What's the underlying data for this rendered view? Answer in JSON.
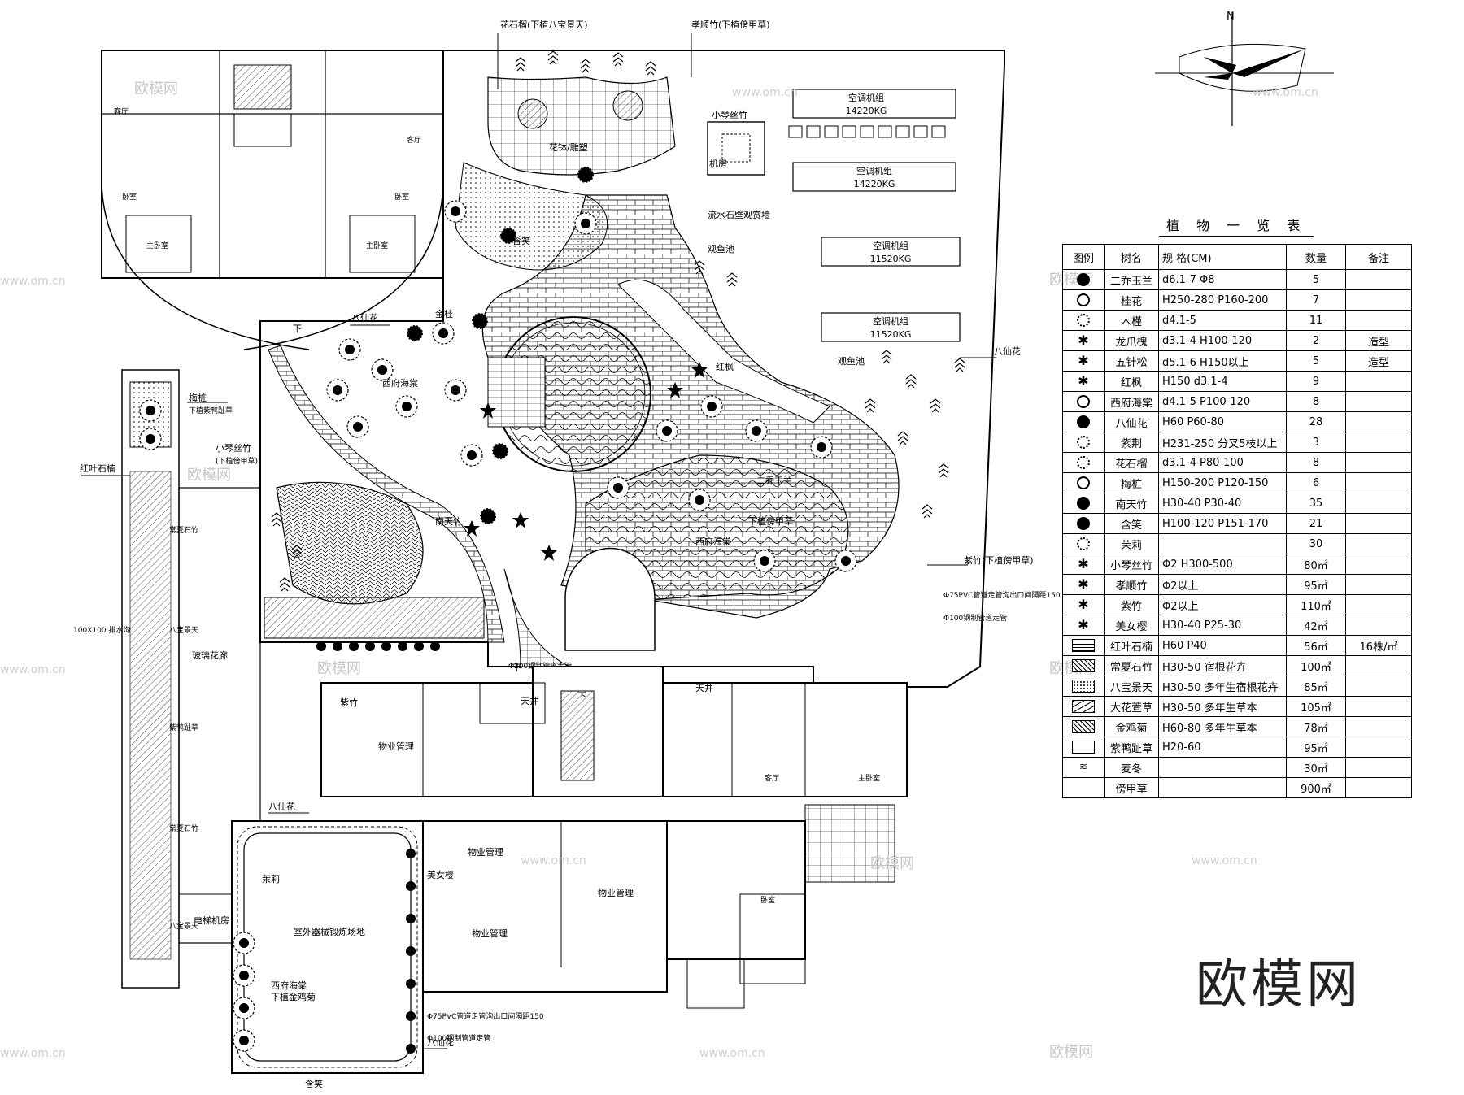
{
  "north_label": "N",
  "brand": "欧模网",
  "watermark_text": "欧模网",
  "watermark_url": "www.om.cn",
  "plant_table": {
    "title": "植 物 一 览 表",
    "headers": [
      "图例",
      "树名",
      "规 格(CM)",
      "数量",
      "备注"
    ],
    "rows": [
      {
        "symbol": "circle-fill",
        "name": "二乔玉兰",
        "spec": "d6.1-7   Φ8",
        "qty": "5",
        "note": ""
      },
      {
        "symbol": "circle",
        "name": "桂花",
        "spec": "H250-280 P160-200",
        "qty": "7",
        "note": ""
      },
      {
        "symbol": "flower",
        "name": "木槿",
        "spec": "d4.1-5",
        "qty": "11",
        "note": ""
      },
      {
        "symbol": "star",
        "name": "龙爪槐",
        "spec": "d3.1-4   H100-120",
        "qty": "2",
        "note": "造型"
      },
      {
        "symbol": "star",
        "name": "五针松",
        "spec": "d5.1-6   H150以上",
        "qty": "5",
        "note": "造型"
      },
      {
        "symbol": "star",
        "name": "红枫",
        "spec": "H150   d3.1-4",
        "qty": "9",
        "note": ""
      },
      {
        "symbol": "circle",
        "name": "西府海棠",
        "spec": "d4.1-5   P100-120",
        "qty": "8",
        "note": ""
      },
      {
        "symbol": "circle-fill",
        "name": "八仙花",
        "spec": "H60   P60-80",
        "qty": "28",
        "note": ""
      },
      {
        "symbol": "flower",
        "name": "紫荆",
        "spec": "H231-250 分叉5枝以上",
        "qty": "3",
        "note": ""
      },
      {
        "symbol": "flower",
        "name": "花石榴",
        "spec": "d3.1-4    P80-100",
        "qty": "8",
        "note": ""
      },
      {
        "symbol": "circle",
        "name": "梅桩",
        "spec": "H150-200 P120-150",
        "qty": "6",
        "note": ""
      },
      {
        "symbol": "circle-fill",
        "name": "南天竹",
        "spec": "H30-40   P30-40",
        "qty": "35",
        "note": ""
      },
      {
        "symbol": "circle-fill",
        "name": "含笑",
        "spec": "H100-120 P151-170",
        "qty": "21",
        "note": ""
      },
      {
        "symbol": "flower",
        "name": "茉莉",
        "spec": "",
        "qty": "30",
        "note": ""
      },
      {
        "symbol": "star",
        "name": "小琴丝竹",
        "spec": "Φ2      H300-500",
        "qty": "80㎡",
        "note": ""
      },
      {
        "symbol": "star",
        "name": "孝顺竹",
        "spec": "Φ2以上",
        "qty": "95㎡",
        "note": ""
      },
      {
        "symbol": "star",
        "name": "紫竹",
        "spec": "Φ2以上",
        "qty": "110㎡",
        "note": ""
      },
      {
        "symbol": "star",
        "name": "美女樱",
        "spec": "H30-40   P25-30",
        "qty": "42㎡",
        "note": ""
      },
      {
        "symbol": "grid",
        "name": "红叶石楠",
        "spec": "H60       P40",
        "qty": "56㎡",
        "note": "16株/㎡"
      },
      {
        "symbol": "hatch",
        "name": "常夏石竹",
        "spec": "H30-50   宿根花卉",
        "qty": "100㎡",
        "note": ""
      },
      {
        "symbol": "dots",
        "name": "八宝景天",
        "spec": "H30-50   多年生宿根花卉",
        "qty": "85㎡",
        "note": ""
      },
      {
        "symbol": "wave",
        "name": "大花萱草",
        "spec": "H30-50   多年生草本",
        "qty": "105㎡",
        "note": ""
      },
      {
        "symbol": "hatch",
        "name": "金鸡菊",
        "spec": "H60-80   多年生草本",
        "qty": "78㎡",
        "note": ""
      },
      {
        "symbol": "empty",
        "name": "紫鸭趾草",
        "spec": "H20-60",
        "qty": "95㎡",
        "note": ""
      },
      {
        "symbol": "grass",
        "name": "麦冬",
        "spec": "",
        "qty": "30㎡",
        "note": ""
      },
      {
        "symbol": "none",
        "name": "傍甲草",
        "spec": "",
        "qty": "900㎡",
        "note": ""
      }
    ]
  },
  "ac_units": [
    {
      "title": "空调机组",
      "weight": "14220KG"
    },
    {
      "title": "空调机组",
      "weight": "14220KG"
    },
    {
      "title": "空调机组",
      "weight": "11520KG"
    },
    {
      "title": "空调机组",
      "weight": "11520KG"
    }
  ],
  "callouts": {
    "flower_pomegranate": "花石榴(下植八宝景天)",
    "filial_bamboo": "孝顺竹(下植傍甲草)",
    "purple_bamboo": "紫竹(下植傍甲草)",
    "red_photinia": "红叶石楠",
    "hydrangea_top": "八仙花",
    "hydrangea_right": "八仙花",
    "hydrangea_mid": "八仙花",
    "hydrangea_bottom": "八仙花",
    "plum_pile": "梅桩",
    "plum_sub": "下植紫鸭趾草",
    "small_bamboo": "小琴丝竹",
    "small_bamboo_sub": "(下植傍甲草)",
    "dianthus_1": "常夏石竹",
    "stonecrop_1": "八宝景天",
    "glass_flowerbed": "玻璃花廊",
    "tradescantia": "紫鸭趾草",
    "dianthus_2": "常夏石竹",
    "stonecrop_2": "八宝景天",
    "elevator_room": "电梯机房",
    "pipe_1": "Φ75PVC管道走管沟出口间隔距150",
    "pipe_2": "Φ100钢制管道走管",
    "pipe_3": "Φ75PVC管道走管沟出口间隔距150",
    "pipe_4": "Φ100钢制管道走管",
    "drain_200": "Φ200钢制管道走管",
    "grate": "100X100 排水沟",
    "michelia_bottom": "含笑",
    "osmanthus_gold": "金桂",
    "crabapple_1": "西府海棠",
    "crabapple_2": "西府海棠",
    "crabapple_3": "西府海棠",
    "crabapple_3_sub": "下植金鸡菊",
    "magnolia": "二乔玉兰",
    "lawn": "下植傍甲草",
    "red_maple": "红枫",
    "michelia_top": "含笑",
    "fish_pond_1": "观鱼池",
    "fish_pond_2": "观鱼池",
    "waterfall": "流水石壁观赏墙",
    "machine_room": "机房",
    "small_bamboo_2": "小琴丝竹",
    "mulberry_tree": "花钵/雕塑",
    "fitness": "室外器械锻炼场地",
    "jasmine": "茉莉",
    "nandina": "南天竹",
    "property_1": "物业管理",
    "property_2": "物业管理",
    "property_3": "物业管理",
    "property_4": "物业管理",
    "purple_bamboo_small": "紫竹",
    "skylight_1": "天井",
    "skylight_2": "天井",
    "verbena": "美女樱",
    "living": "客厅",
    "bedroom": "卧室",
    "master_bedroom": "主卧室",
    "down": "下",
    "down2": "下",
    "down3": "下"
  }
}
